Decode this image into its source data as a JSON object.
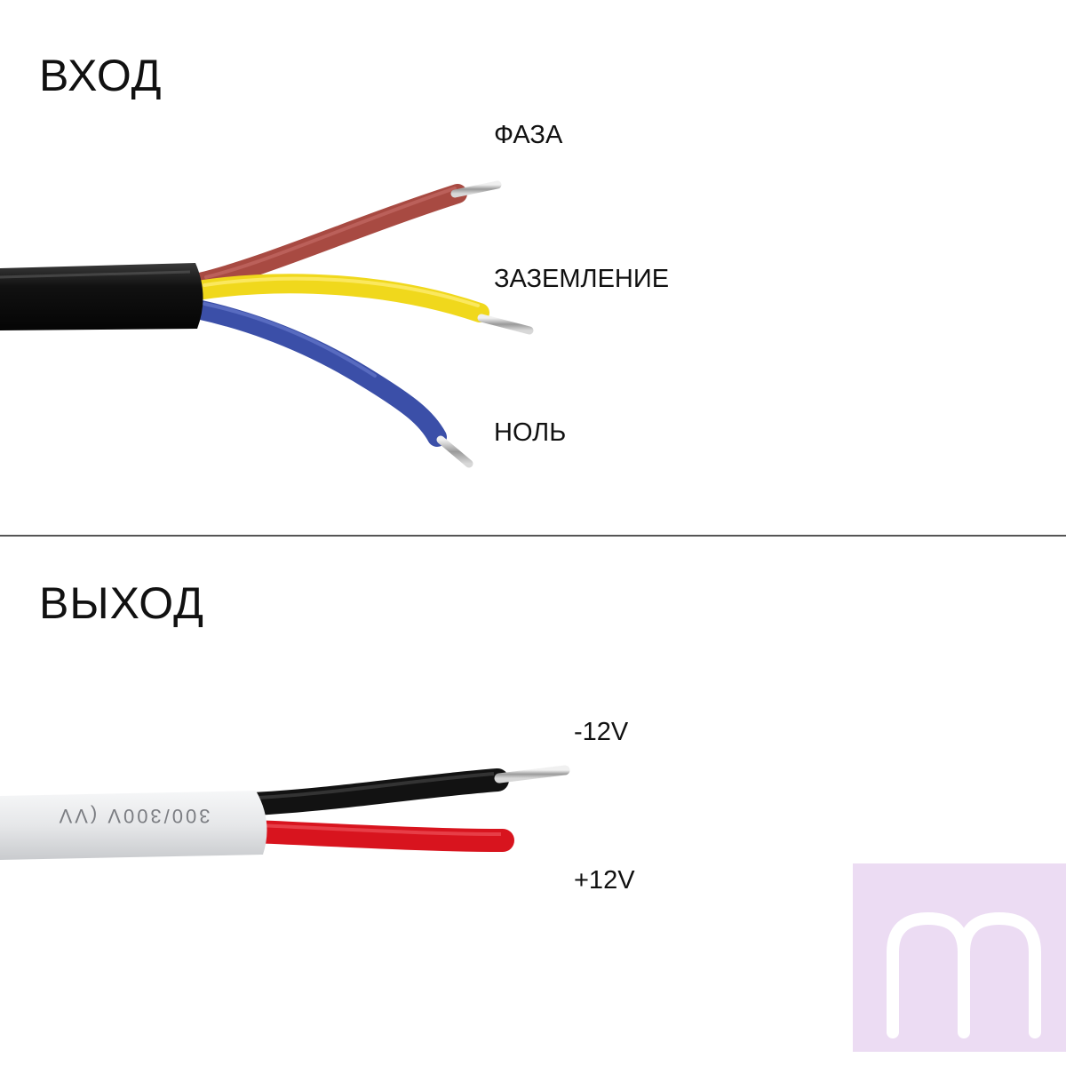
{
  "input_section": {
    "heading": "ВХОД",
    "wires": [
      {
        "label": "ФАЗА",
        "color": "#a84a42"
      },
      {
        "label": "ЗАЗЕМЛЕНИЕ",
        "color": "#f0d81c"
      },
      {
        "label": "НОЛЬ",
        "color": "#3b4fa8"
      }
    ],
    "cable_color": "#111111"
  },
  "output_section": {
    "heading": "ВЫХОД",
    "wires": [
      {
        "label": "-12V",
        "color": "#121212"
      },
      {
        "label": "+12V",
        "color": "#d8141e"
      }
    ],
    "cable_color": "#e9eaec",
    "cable_print": "300/300V (VV"
  },
  "logo": {
    "color": "#ecdcf3",
    "glyph_color": "#ffffff"
  }
}
